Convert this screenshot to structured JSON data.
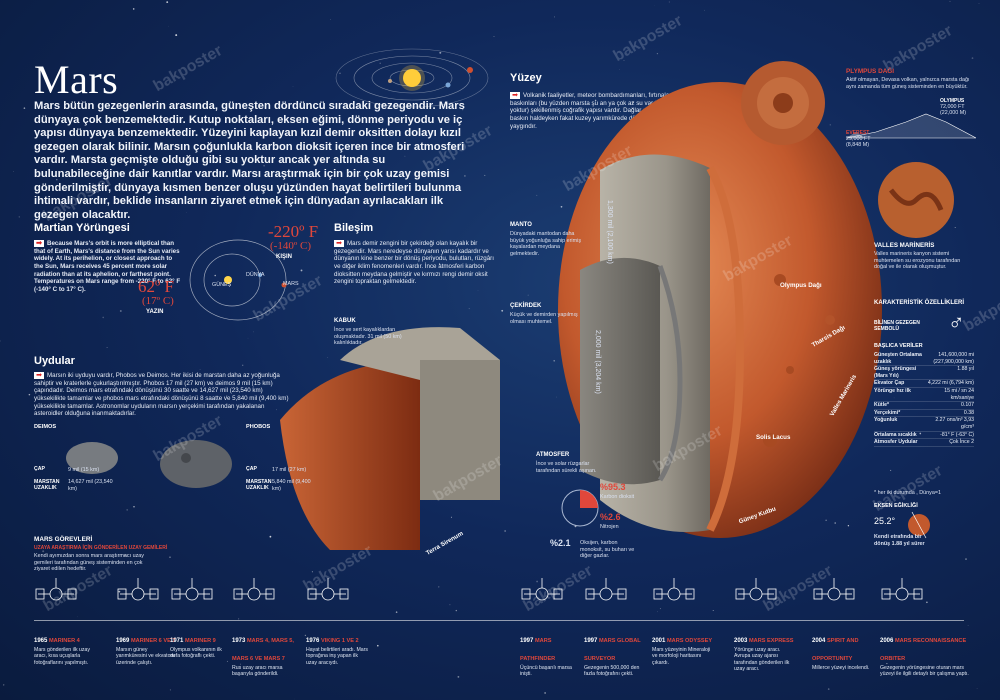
{
  "watermark": "bakposter",
  "title": "Mars",
  "intro": "Mars bütün gezegenlerin arasında, güneşten dördüncü sıradaki gezegendir. Mars dünyaya çok benzemektedir. Kutup noktaları, eksen eğimi, dönme periyodu ve iç yapısı dünyaya benzemektedir. Yüzeyini kaplayan kızıl demir oksitten dolayı kızıl gezegen olarak bilinir. Marsın çoğunlukla karbon dioksit içeren ince bir atmosferi vardır. Marsta geçmişte olduğu gibi su yoktur ancak yer altında su bulunabileceğine dair kanıtlar vardır. Marsı araştırmak için bir çok uzay gemisi gönderilmiştir, dünyaya kısmen benzer oluşu yüzünden hayat belirtileri bulunma ihtimali vardır, beklide insanların ziyaret etmek için dünyadan ayrılacakları ilk gezegen olacaktır.",
  "orbit": {
    "heading": "Martian Yörüngesi",
    "text": "Because Mars's orbit is more elliptical than that of Earth, Mars's distance from the Sun varies widely. At its perihelion, or closest approach to the Sun, Mars receives 45 percent more solar radiation than at its aphelion, or farthest point. Temperatures on Mars range from -220° F to 62° F (-140° C to 17° C).",
    "cold_f": "-220º F",
    "cold_c": "(-140º C)",
    "cold_label": "KIŞIN",
    "hot_f": "62º F",
    "hot_c": "(17º C)",
    "hot_label": "YAZIN",
    "sun_label": "GÜNEŞ",
    "earth_label": "DÜNYA",
    "mars_label": "MARS"
  },
  "composition": {
    "heading": "Bileşim",
    "text": "Mars demir zengini bir çekirdeği olan kayalık bir gezegendir. Mars neredeyse dünyanın yarısı kadardır ve dünyanın kine benzer bir dönüş periyodu, bulutları, rüzgârı ve diğer iklim fenomenleri vardır. İnce atmosferi karbon dioksitten meydana gelmiştir ve kırmızı rengi demir oksit zengini topraktan gelmektedir."
  },
  "surface": {
    "heading": "Yüzey",
    "text": "Volkanik faaliyetler, meteor bombardımanları, fırtınalar ve su baskınları (bu yüzden marsta şu an ya çok az su vardır ya da hiç yoktur) şekillenmiş coğrafik yapısı vardır. Dağlar güney yarımkürede baskın haldeyken fakat kuzey yarımkürede düz araziler daha yaygındır."
  },
  "layers": {
    "crust_h": "KABUK",
    "crust_t": "İnce ve sert kayalıklardan oluşmaktadır. 31 mil (50 km) kalınlıktadır.",
    "mantle_h": "MANTO",
    "mantle_t": "Dünyadaki mantodan daha büyük yoğunluğa sahip erimiş kayalardan meydana gelmektedir.",
    "core_h": "ÇEKİRDEK",
    "core_t": "Küçük ve demirden yapılmış olması muhtemel.",
    "mantle_dim": "1,300 mil (2,100 km)",
    "core_dim": "2,000 mil (3,204 km)"
  },
  "atmosphere": {
    "heading": "ATMOSFER",
    "text": "İnce ve solar rüzgarlar tarafından sürekli aşınan.",
    "co2_pct": "%95.3",
    "co2_label": "Karbon dioksit",
    "n2_pct": "%2.6",
    "n2_label": "Nitrojen",
    "other_pct": "%2.1",
    "other_label": "Oksijen, karbon monoksit, su buharı ve diğer gazlar."
  },
  "moons": {
    "heading": "Uydular",
    "text": "Marsın iki uyduyu vardır, Phobos ve Deimos. Her ikisi de marstan daha az yoğunluğa sahiptir ve kraterlerle çukurlaştırılmıştır. Phobos 17 mil (27 km) ve deimos 9 mil (15 km) çapındadır. Deimos mars etrafındaki dönüşünü 30 saatte ve 14,627 mil (23,540 km) yüksekilikte tamamlar ve phobos mars etrafındaki dönüşünü 8 saatte ve 5,840 mil (9,400 km) yüksekilikte tamamlar. Astronomlar uyduların marsın yerçekimi tarafından yakalanan asteroidler olduğuna inanmaktadırlar.",
    "deimos_name": "DEIMOS",
    "deimos_diam_label": "ÇAP",
    "deimos_diam": "9 mil (15 km)",
    "deimos_dist_label": "MARSTAN UZAKLIK",
    "deimos_dist": "14,627 mil (23,540 km)",
    "phobos_name": "PHOBOS",
    "phobos_diam_label": "ÇAP",
    "phobos_diam": "17 mil (27 km)",
    "phobos_dist_label": "MARSTAN UZAKLIK",
    "phobos_dist": "5,840 mil (9,400 km)"
  },
  "olympus": {
    "heading": "PLYMPUS DAĞI",
    "text": "Aktif olmayan, Devasa volkan, yalnızca marsta dağı aynı zamanda tüm güneş sisteminden en büyüktür.",
    "everest": "EVEREST",
    "everest_h": "29,000 FT",
    "everest_m": "(8,848 M)",
    "olympus": "OLYMPUS",
    "olympus_h": "72,000 FT",
    "olympus_m": "(22,000 M)"
  },
  "valles": {
    "heading": "VALLES MARİNERİS",
    "text": "Valles marineris kanyon sistemi muhtemelen su erozyonu tarafından doğal ve ile olarak oluşmuştur."
  },
  "features": {
    "olympus": "Olympus Dağı",
    "tharsis": "Tharsis Dağı",
    "valles": "Valles Marineris",
    "solis": "Solis Lacus",
    "south": "Güney Kutbu",
    "terra": "Terra Sirenum"
  },
  "stats": {
    "heading": "KARAKTERİSTİK ÖZELLİKLERİ",
    "symbol_label": "BİLİNEN GEZEGEN SEMBOLÜ",
    "symbol": "♂",
    "basic": "BAŞLICA VERİLER",
    "rows": [
      {
        "k": "Güneşten Ortalama uzaklık",
        "v": "141,600,000 mi (227,900,000 km)"
      },
      {
        "k": "Güneş yörüngesi (Mars Yılı)",
        "v": "1.88 yıl"
      },
      {
        "k": "Ekvator Çap",
        "v": "4,222 mi (6,794 km)"
      },
      {
        "k": "Yörünge hız ilk",
        "v": "15 mi / sn 24 km/saniye"
      },
      {
        "k": "Kütle*",
        "v": "0.107"
      },
      {
        "k": "Yerçekimi*",
        "v": "0.38"
      },
      {
        "k": "Yoğunluk",
        "v": "2.27 ons/in³ 3,93 g/cm³"
      },
      {
        "k": "Ortalama sıcaklık",
        "v": "-81° F (-63° C)"
      },
      {
        "k": "Atmosfer Uydular",
        "v": "Çok İnce 2"
      }
    ],
    "footnote": "* her iki durumda , Dünya=1",
    "tilt_head": "EKSEN EĞİKLİĞİ",
    "tilt": "25.2°",
    "rotation": "Kendi etrafında bir dönüş 1.88 yıl sürer"
  },
  "missions": {
    "heading": "MARS GÖREVLERİ",
    "subheading": "UZAYA ARAŞTIRMA İÇİN GÖNDERİLEN UZAY GEMİLERİ",
    "intro": "Kendi ayımızdan sonra mars araştırmacı uzay gemileri tarafından güneş sisteminden en çok ziyaret edilen hedeftir.",
    "items": [
      {
        "year": "1965",
        "name": "MARINER 4",
        "desc": "Mars gönderilen ilk uzay aracı, kısa uçuşlarla fotoğraflarını yapılmıştı."
      },
      {
        "year": "1969",
        "name": "MARINER 6 VE 7",
        "desc": "Marsın güney yarımküresini ve ekvatoru üzerinde çalıştı."
      },
      {
        "year": "1971",
        "name": "MARINER 9",
        "desc": "Olympus volkanının ilk defa fotoğraflı çekti."
      },
      {
        "year": "1973",
        "name": "MARS 4, MARS 5, MARS 6 VE MARS 7",
        "desc": "Rus uzay aracı marsa başarıyla gönderildi."
      },
      {
        "year": "1976",
        "name": "VIKING 1 VE 2",
        "desc": "Hayat belirtileri aradı. Mars toprağına inş yapan ilk uzay aracıydı."
      },
      {
        "year": "1997",
        "name": "MARS PATHFINDER",
        "desc": "Üçüncü başarılı marsa inişti."
      },
      {
        "year": "1997",
        "name": "MARS GLOBAL SURVEYOR",
        "desc": "Gezegenin 500,000 den fazla fotoğrafını çekti."
      },
      {
        "year": "2001",
        "name": "MARS ODYSSEY",
        "desc": "Mars yüzeyinin Mineraloji ve morfoloji haritasını çıkardı."
      },
      {
        "year": "2003",
        "name": "MARS EXPRESS",
        "desc": "Yörünge uzay aracı. Avrupa uzay ajansı tarafından gönderilen ilk uzay aracı."
      },
      {
        "year": "2004",
        "name": "SPIRIT AND OPPORTUNITY",
        "desc": "Millerce yüzeyi incelendi."
      },
      {
        "year": "2006",
        "name": "MARS RECONNAISSANCE ORBITER",
        "desc": "Gezegenin yörüngesine oturan mars yüzeyi ile ilgili detaylı bir çalışma yaptı."
      }
    ]
  }
}
